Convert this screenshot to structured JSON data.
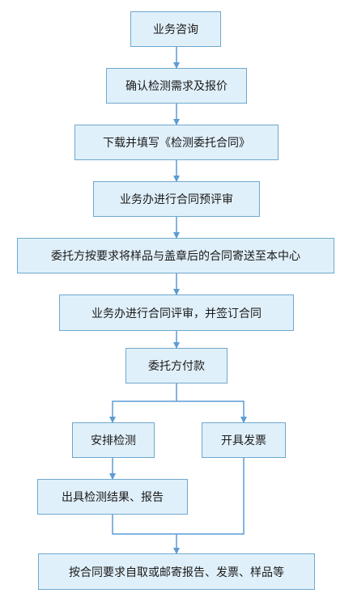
{
  "nodes": [
    {
      "id": "n1",
      "label": "业务咨询"
    },
    {
      "id": "n2",
      "label": "确认检测需求及报价"
    },
    {
      "id": "n3",
      "label": "下载并填写《检测委托合同》"
    },
    {
      "id": "n4",
      "label": "业务办进行合同预评审"
    },
    {
      "id": "n5",
      "label": "委托方按要求将样品与盖章后的合同寄送至本中心"
    },
    {
      "id": "n6",
      "label": "业务办进行合同评审，并签订合同"
    },
    {
      "id": "n7",
      "label": "委托方付款"
    },
    {
      "id": "n8",
      "label": "安排检测"
    },
    {
      "id": "n9",
      "label": "开具发票"
    },
    {
      "id": "n10",
      "label": "出具检测结果、报告"
    },
    {
      "id": "n11",
      "label": "按合同要求自取或邮寄报告、发票、样品等"
    }
  ],
  "edges": [
    {
      "from": "n1",
      "to": "n2"
    },
    {
      "from": "n2",
      "to": "n3"
    },
    {
      "from": "n3",
      "to": "n4"
    },
    {
      "from": "n4",
      "to": "n5"
    },
    {
      "from": "n5",
      "to": "n6"
    },
    {
      "from": "n6",
      "to": "n7"
    },
    {
      "from": "n7",
      "to": "n8"
    },
    {
      "from": "n7",
      "to": "n9"
    },
    {
      "from": "n8",
      "to": "n10"
    },
    {
      "from": "n10",
      "to": "n11"
    },
    {
      "from": "n9",
      "to": "n11"
    }
  ],
  "colors": {
    "box_fill": "#e0f0fa",
    "box_border": "#6fa8cf",
    "line": "#5b9bd5"
  }
}
